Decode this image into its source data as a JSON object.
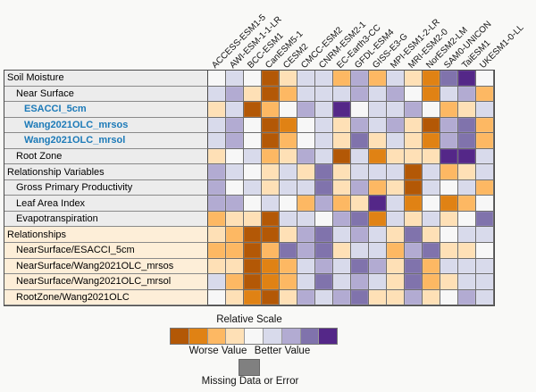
{
  "legend": {
    "title": "Relative Scale",
    "worse_label": "Worse Value",
    "better_label": "Better Value",
    "missing_label": "Missing Data or Error",
    "missing_color": "#808080"
  },
  "styles": {
    "label_text_default": "#000000",
    "label_text_highlight": "#1c7ab8",
    "row_bg_gray": "#ececec",
    "row_bg_cream": "#fdeed8"
  },
  "chart_data": {
    "type": "heatmap",
    "title": "Relative Scale",
    "legend_position": "bottom",
    "columns": [
      "ACCESS-ESM1-5",
      "AWI-ESM-1-1-LR",
      "BCC-ESM1",
      "CanESM5-1",
      "CESM2",
      "CMCC-ESM2",
      "CNRM-ESM2-1",
      "EC-Earth3-CC",
      "GFDL-ESM4",
      "GISS-E3-G",
      "MPI-ESM1-2-LR",
      "MRI-ESM2-0",
      "NorESM2-LM",
      "SAM0-UNICON",
      "TaiESM1",
      "UKESM1-0-LL"
    ],
    "rows": [
      {
        "label": "Soil Moisture",
        "indent": 0,
        "bg": "gray",
        "text": "default"
      },
      {
        "label": "Near Surface",
        "indent": 1,
        "bg": "gray",
        "text": "default"
      },
      {
        "label": "ESACCI_5cm",
        "indent": 2,
        "bg": "gray",
        "text": "highlight"
      },
      {
        "label": "Wang2021OLC_mrsos",
        "indent": 2,
        "bg": "gray",
        "text": "highlight"
      },
      {
        "label": "Wang2021OLC_mrsol",
        "indent": 2,
        "bg": "gray",
        "text": "highlight"
      },
      {
        "label": "Root Zone",
        "indent": 1,
        "bg": "gray",
        "text": "default"
      },
      {
        "label": "Relationship Variables",
        "indent": 0,
        "bg": "gray",
        "text": "default"
      },
      {
        "label": "Gross Primary Productivity",
        "indent": 1,
        "bg": "gray",
        "text": "default"
      },
      {
        "label": "Leaf Area Index",
        "indent": 1,
        "bg": "gray",
        "text": "default"
      },
      {
        "label": "Evapotranspiration",
        "indent": 1,
        "bg": "gray",
        "text": "default"
      },
      {
        "label": "Relationships",
        "indent": 0,
        "bg": "cream",
        "text": "default"
      },
      {
        "label": "NearSurface/ESACCI_5cm",
        "indent": 1,
        "bg": "cream",
        "text": "default"
      },
      {
        "label": "NearSurface/Wang2021OLC_mrsos",
        "indent": 1,
        "bg": "cream",
        "text": "default"
      },
      {
        "label": "NearSurface/Wang2021OLC_mrsol",
        "indent": 1,
        "bg": "cream",
        "text": "default"
      },
      {
        "label": "RootZone/Wang2021OLC",
        "indent": 1,
        "bg": "cream",
        "text": "default"
      }
    ],
    "palette": [
      "#b35806",
      "#e08214",
      "#fdb863",
      "#fee0b6",
      "#f7f7f7",
      "#d8daeb",
      "#b2abd2",
      "#8073ac",
      "#542788"
    ],
    "palette_note": "index 0 = worse value (dark orange) ... index 8 = better value (dark purple)",
    "cells": [
      [
        4,
        5,
        4,
        0,
        3,
        5,
        5,
        2,
        6,
        2,
        5,
        3,
        1,
        7,
        8,
        4
      ],
      [
        5,
        6,
        3,
        0,
        2,
        5,
        5,
        5,
        6,
        5,
        6,
        4,
        1,
        5,
        6,
        2
      ],
      [
        3,
        5,
        0,
        2,
        4,
        6,
        5,
        8,
        4,
        5,
        5,
        6,
        4,
        2,
        3,
        5
      ],
      [
        5,
        6,
        4,
        0,
        1,
        4,
        5,
        3,
        6,
        5,
        6,
        3,
        0,
        6,
        7,
        2
      ],
      [
        5,
        6,
        4,
        0,
        2,
        4,
        5,
        3,
        7,
        3,
        5,
        3,
        1,
        6,
        7,
        2
      ],
      [
        3,
        4,
        5,
        2,
        3,
        6,
        5,
        0,
        5,
        1,
        3,
        3,
        3,
        8,
        8,
        5
      ],
      [
        6,
        5,
        4,
        3,
        5,
        3,
        7,
        3,
        5,
        5,
        5,
        0,
        5,
        2,
        3,
        5
      ],
      [
        6,
        4,
        5,
        3,
        5,
        5,
        7,
        3,
        6,
        2,
        3,
        0,
        5,
        4,
        5,
        2
      ],
      [
        6,
        6,
        4,
        5,
        4,
        2,
        6,
        2,
        3,
        8,
        5,
        1,
        4,
        1,
        2,
        4
      ],
      [
        2,
        3,
        3,
        0,
        5,
        5,
        4,
        6,
        7,
        1,
        5,
        3,
        5,
        3,
        4,
        7
      ],
      [
        3,
        2,
        0,
        0,
        3,
        6,
        7,
        5,
        6,
        5,
        3,
        7,
        3,
        4,
        5,
        5
      ],
      [
        2,
        2,
        0,
        2,
        7,
        6,
        7,
        3,
        5,
        5,
        2,
        6,
        7,
        3,
        3,
        4
      ],
      [
        3,
        3,
        0,
        1,
        2,
        5,
        6,
        5,
        7,
        6,
        3,
        7,
        2,
        5,
        5,
        5
      ],
      [
        5,
        2,
        0,
        1,
        2,
        5,
        7,
        5,
        6,
        5,
        3,
        7,
        2,
        3,
        5,
        5
      ],
      [
        4,
        3,
        1,
        0,
        3,
        6,
        5,
        6,
        7,
        3,
        3,
        6,
        3,
        4,
        6,
        5
      ]
    ]
  }
}
